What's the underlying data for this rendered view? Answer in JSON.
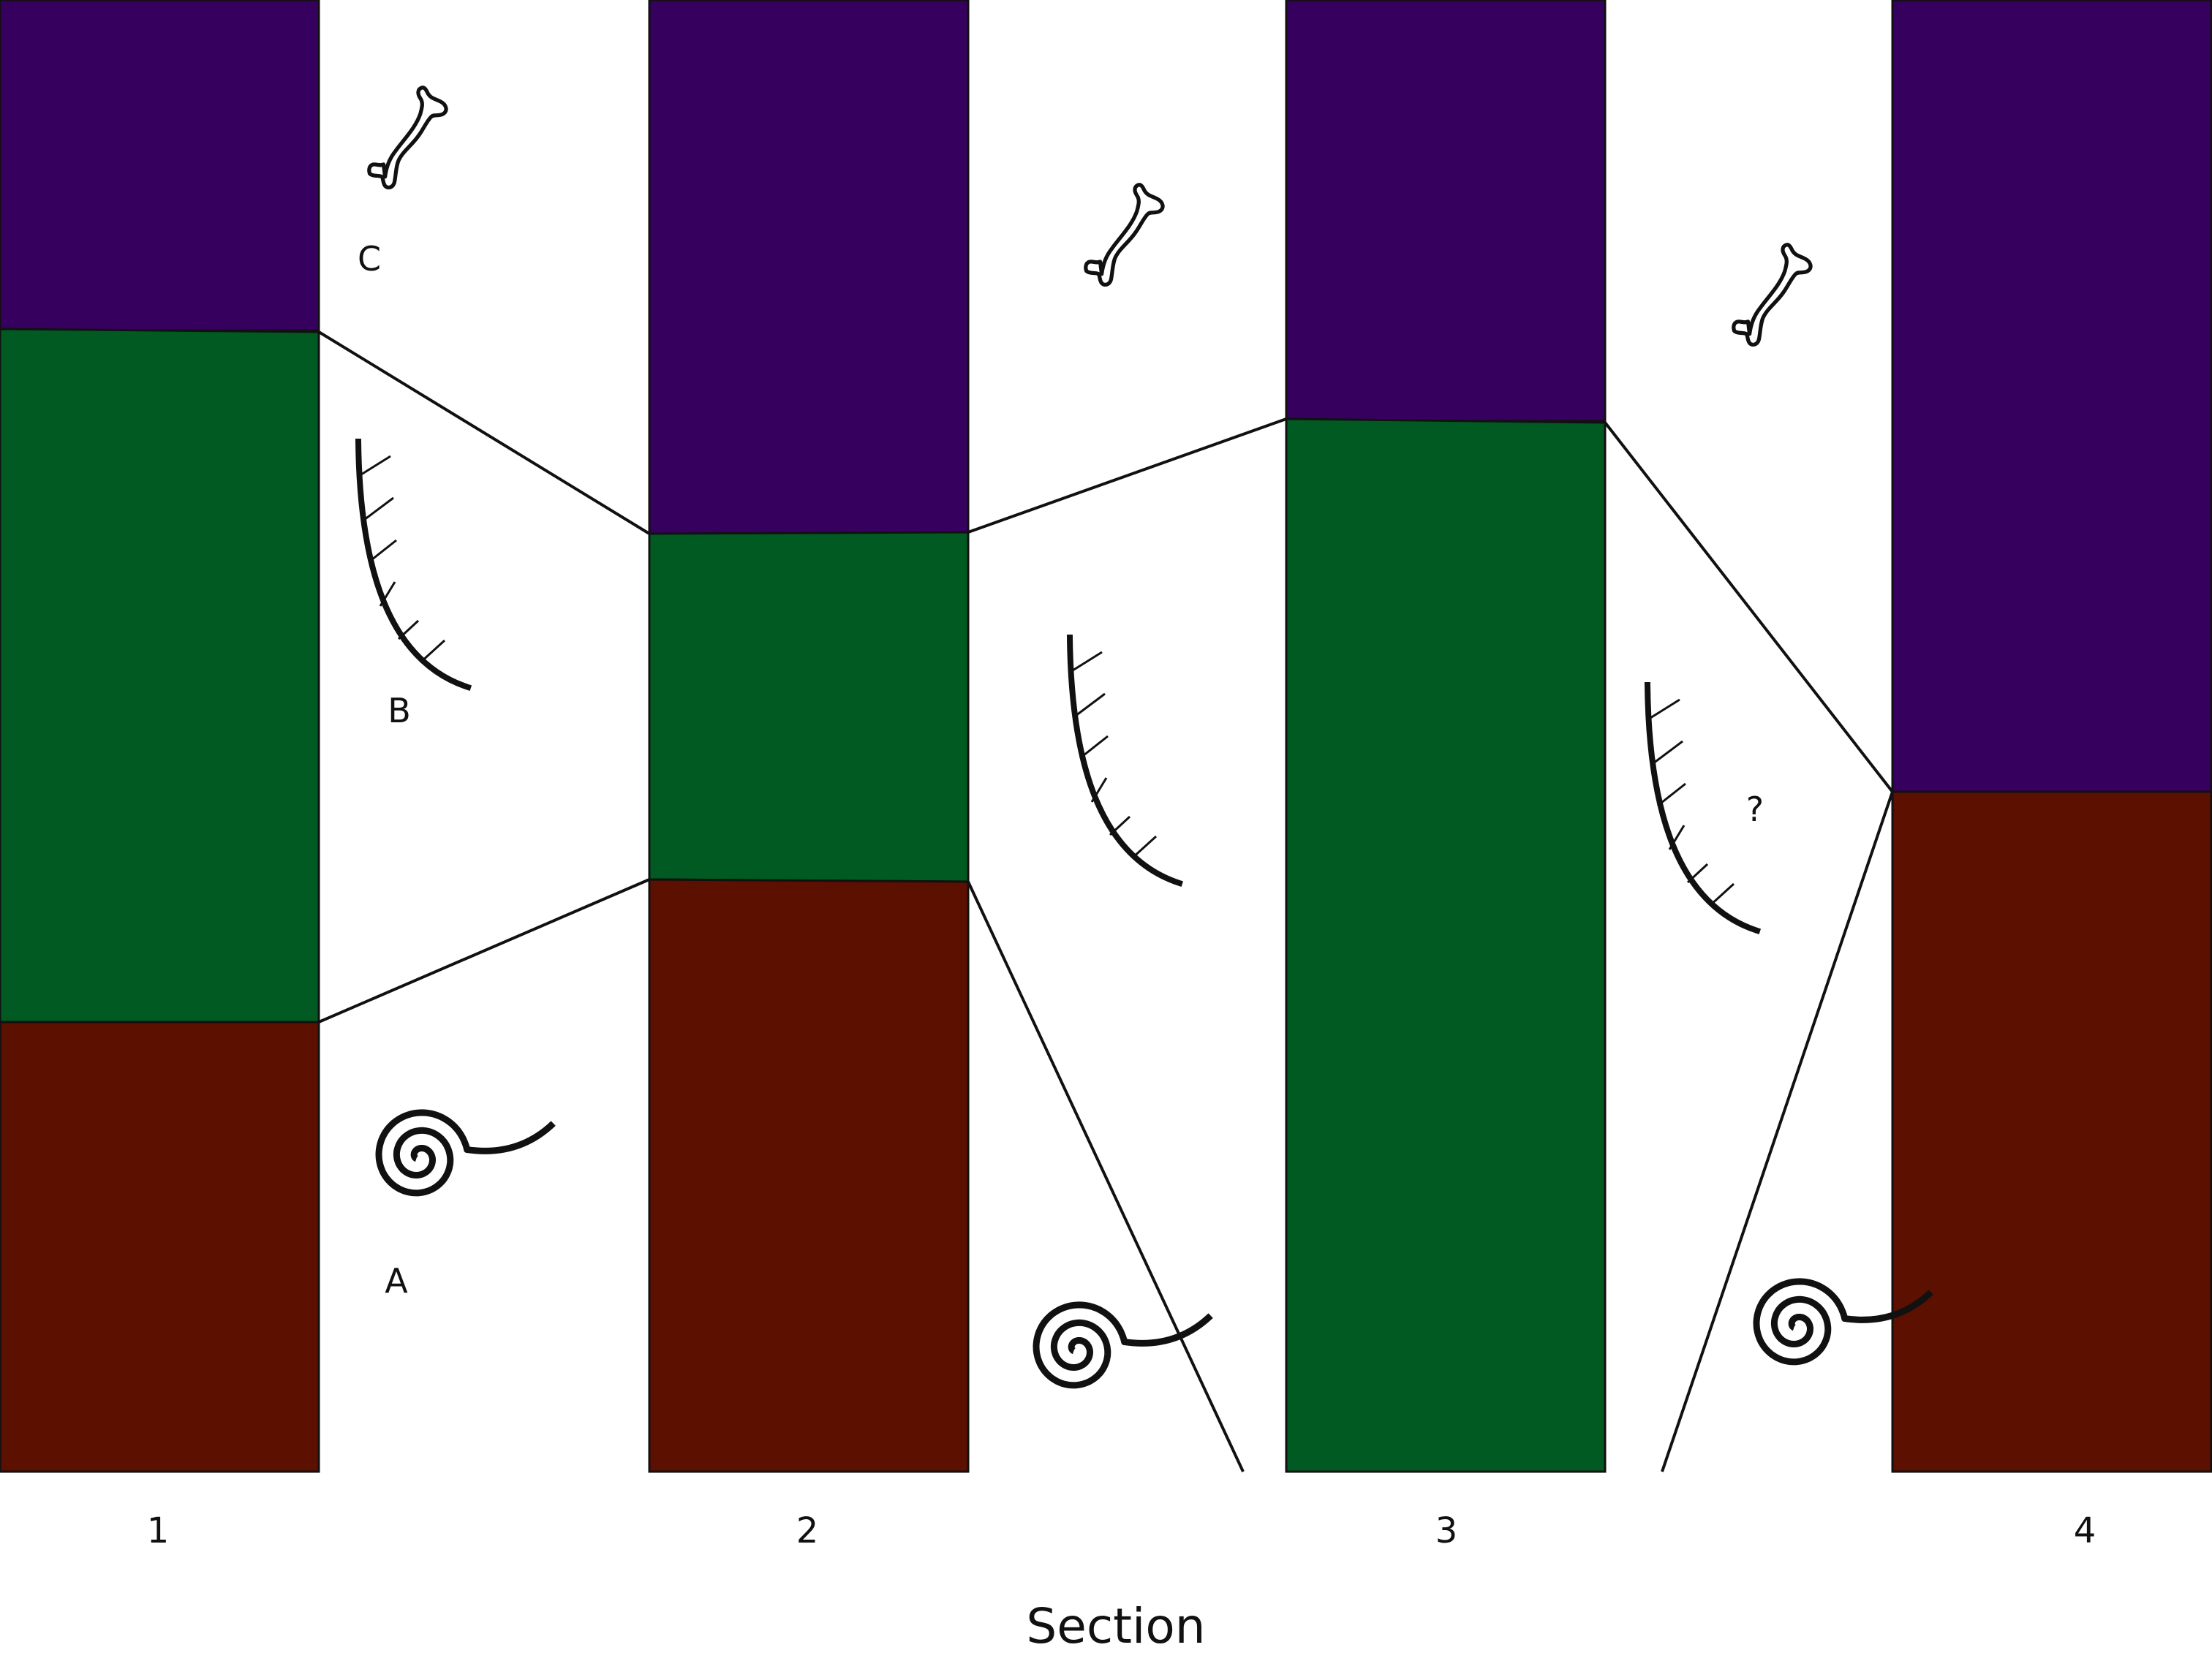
{
  "colors": {
    "top_layer": "#36005e",
    "middle_layer": "#005a21",
    "bottom_layer": "#5c1000",
    "outline": "#111111",
    "background": "#ffffff"
  },
  "layers": {
    "top": {
      "fossil": "bone",
      "fossil_icon": "bone-icon"
    },
    "middle": {
      "fossil": "shell",
      "fossil_icon": "shell-icon"
    },
    "bottom": {
      "fossil": "spiral",
      "fossil_icon": "spiral-icon"
    }
  },
  "sections": [
    {
      "label": "1",
      "layers_present": [
        "top",
        "middle",
        "bottom"
      ]
    },
    {
      "label": "2",
      "layers_present": [
        "top",
        "middle",
        "bottom"
      ]
    },
    {
      "label": "3",
      "layers_present": [
        "top",
        "middle"
      ]
    },
    {
      "label": "4",
      "layers_present": [
        "top",
        "bottom"
      ]
    }
  ],
  "fossil_labels": {
    "bone": "C",
    "shell": "B",
    "spiral": "A",
    "uncertain": "?"
  },
  "xlabel": "Section"
}
